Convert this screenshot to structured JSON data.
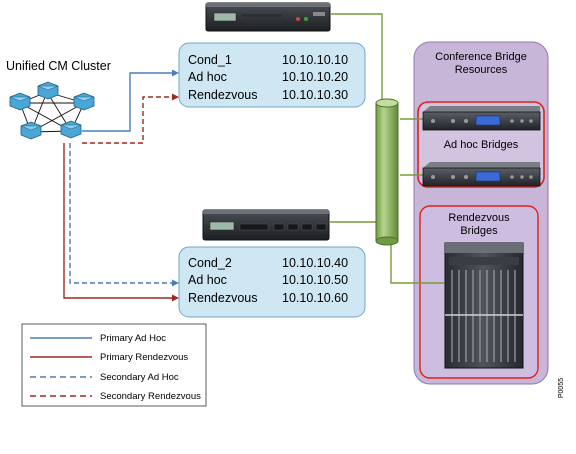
{
  "cluster": {
    "label": "Unified CM Cluster"
  },
  "conductors": [
    {
      "name": "Cond_1",
      "rows": [
        {
          "label": "Cond_1",
          "ip": "10.10.10.10"
        },
        {
          "label": "Ad hoc",
          "ip": "10.10.10.20"
        },
        {
          "label": "Rendezvous",
          "ip": "10.10.10.30"
        }
      ]
    },
    {
      "name": "Cond_2",
      "rows": [
        {
          "label": "Cond_2",
          "ip": "10.10.10.40"
        },
        {
          "label": "Ad hoc",
          "ip": "10.10.10.50"
        },
        {
          "label": "Rendezvous",
          "ip": "10.10.10.60"
        }
      ]
    }
  ],
  "resources": {
    "title_line1": "Conference Bridge",
    "title_line2": "Resources",
    "adhoc_label": "Ad hoc Bridges",
    "rendezvous_line1": "Rendezvous",
    "rendezvous_line2": "Bridges"
  },
  "legend": [
    {
      "label": "Primary Ad Hoc",
      "color": "#4a7fb5",
      "style": "solid"
    },
    {
      "label": "Primary Rendezvous",
      "color": "#9b2a20",
      "style": "solid"
    },
    {
      "label": "Secondary Ad Hoc",
      "color": "#4a7fb5",
      "style": "dashed"
    },
    {
      "label": "Secondary Rendezvous",
      "color": "#9b2a20",
      "style": "dashed"
    }
  ],
  "figure_id": "P0055",
  "colors": {
    "adhoc_blue": "#4a7fb5",
    "rendezvous_red": "#9b2a20",
    "link_green": "#7a9a3a",
    "cylinder_green": "#8ab560",
    "conductor_box": "#cfe6f3",
    "resource_purple": "#c7b6d8",
    "highlight_red": "#e0201b"
  }
}
